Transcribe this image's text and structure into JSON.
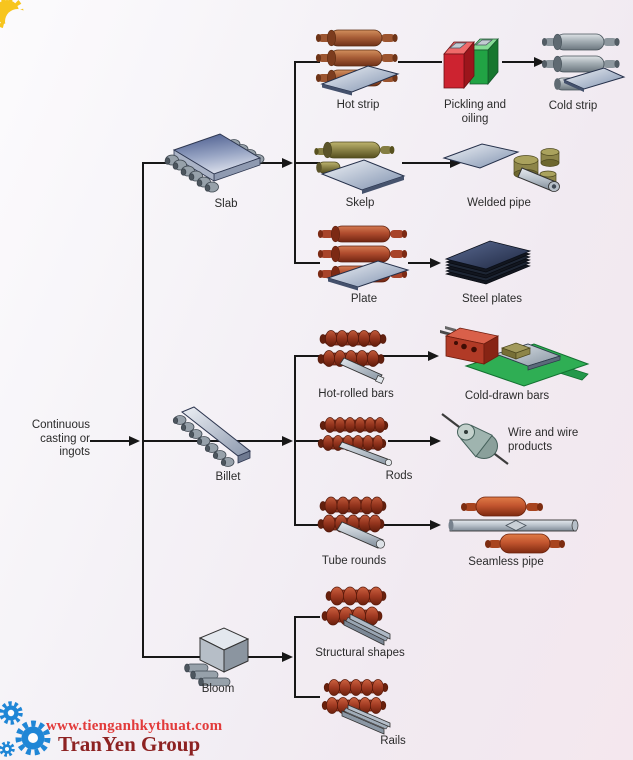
{
  "flow": {
    "source": {
      "label": "Continuous casting or ingots"
    },
    "branches": [
      {
        "intermediate": {
          "label": "Slab",
          "illustration": "steel slab on conveyor rollers"
        },
        "products": [
          {
            "label": "Hot strip",
            "illustration": "hot strip rolling mill stand",
            "downstream": [
              {
                "label": "Pickling and oiling",
                "illustration": "red and green pickling tanks"
              },
              {
                "label": "Cold strip",
                "illustration": "cold rolling mill stand"
              }
            ]
          },
          {
            "label": "Skelp",
            "illustration": "skelp rolling mill",
            "downstream": [
              {
                "label": "Welded pipe",
                "illustration": "strip formed into welded pipe"
              }
            ]
          },
          {
            "label": "Plate",
            "illustration": "plate rolling mill stand",
            "downstream": [
              {
                "label": "Steel plates",
                "illustration": "stack of steel plates"
              }
            ]
          }
        ]
      },
      {
        "intermediate": {
          "label": "Billet",
          "illustration": "steel billet on conveyor rollers"
        },
        "products": [
          {
            "label": "Hot-rolled bars",
            "illustration": "grooved roll stand with square bar",
            "downstream": [
              {
                "label": "Cold-drawn bars",
                "illustration": "drawing die block and green drawbench"
              }
            ]
          },
          {
            "label": "Rods",
            "illustration": "grooved roll stand with round rod",
            "downstream": [
              {
                "label": "Wire and wire products",
                "illustration": "wire drawing die"
              }
            ]
          },
          {
            "label": "Tube rounds",
            "illustration": "grooved roll stand with tube round",
            "downstream": [
              {
                "label": "Seamless pipe",
                "illustration": "piercing rolls with seamless pipe"
              }
            ]
          }
        ]
      },
      {
        "intermediate": {
          "label": "Bloom",
          "illustration": "steel bloom block on rollers"
        },
        "products": [
          {
            "label": "Structural shapes",
            "illustration": "shape rolls with I-beam"
          },
          {
            "label": "Rails",
            "illustration": "shape rolls with rail section"
          }
        ]
      }
    ]
  },
  "watermark": {
    "site_url": "www.tienganhkythuat.com",
    "brand_name": "TranYen Group"
  },
  "icons": {
    "gears_logo": "gear-cluster-icon",
    "corner_gear": "gear-fragment-icon"
  },
  "colors": {
    "connector_line": "#171717",
    "label_text": "#2b2b2b",
    "watermark_red": "#e23b3b",
    "brand_maroon": "#8d2222",
    "gear_blue": "#1f86d6",
    "corner_gear_yellow": "#f7c51e",
    "hot_roller_rust": "#a95f38",
    "olive_roller": "#8d8549",
    "dark_red_roller": "#93341d",
    "steel_sheet": "#8495b2"
  }
}
